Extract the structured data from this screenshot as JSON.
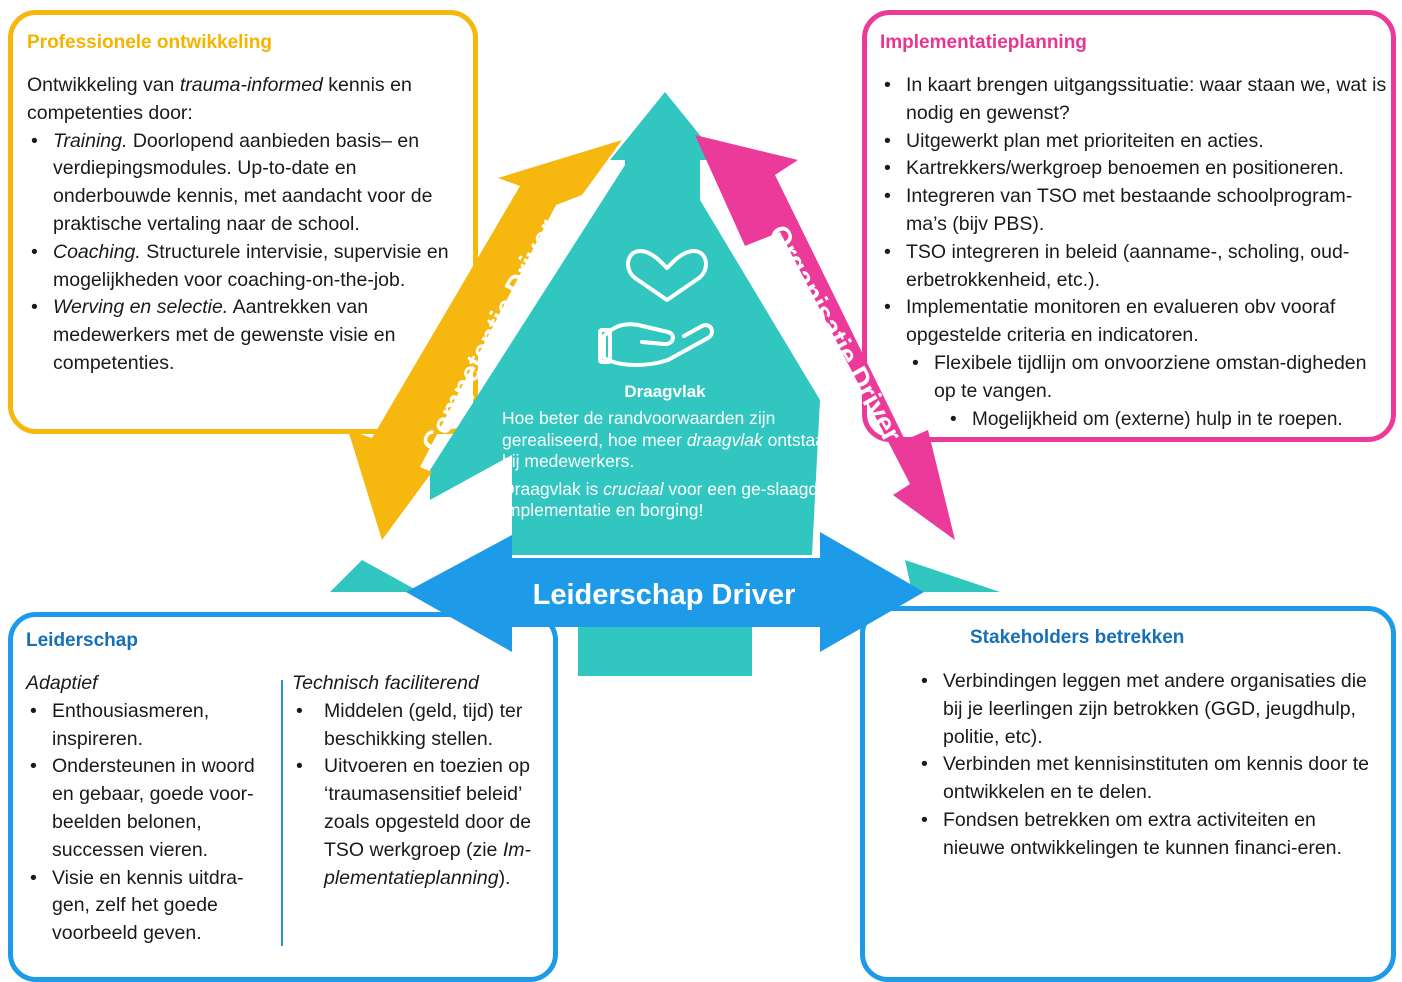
{
  "colors": {
    "yellow": "#F6B70E",
    "pink": "#EC3A9B",
    "blue": "#1E9BE8",
    "teal": "#32C6C0",
    "yellow_title": "#F4B400",
    "pink_title": "#E8368F",
    "blue_title": "#1670B8"
  },
  "icons": [
    "heart-in-hand-icon"
  ],
  "drivers": {
    "competentie": "Competentie Driver",
    "organisatie": "Organisatie Driver",
    "leiderschap": "Leiderschap Driver"
  },
  "center": {
    "title": "Draagvlak",
    "p1": {
      "a": "Hoe beter de randvoorwaarden zijn gerealiseerd, hoe meer ",
      "em": "draagvlak",
      "b": " ontstaat bij medewerkers."
    },
    "p2": {
      "a": "Draagvlak is ",
      "em": "cruciaal",
      "b": " voor een ge-slaagde implementatie en borging!"
    }
  },
  "professioneel": {
    "title": "Professionele ontwikkeling",
    "intro_a": "Ontwikkeling van ",
    "intro_em": "trauma-informed",
    "intro_b": " kennis en competenties door:",
    "items": [
      {
        "em": "Training.",
        "text": " Doorlopend aanbieden basis– en verdiepingsmodules. Up-to-date en onderbouwde kennis, met aandacht voor de praktische vertaling naar de school."
      },
      {
        "em": "Coaching.",
        "text": " Structurele intervisie, supervisie en mogelijkheden voor coaching-on-the-job."
      },
      {
        "em": "Werving en selectie.",
        "text": " Aantrekken van medewerkers met de gewenste visie en competenties."
      }
    ]
  },
  "implementatie": {
    "title": "Implementatieplanning",
    "items": [
      "In kaart brengen uitgangssituatie: waar staan we, wat is nodig en gewenst?",
      "Uitgewerkt plan met prioriteiten en acties.",
      "Kartrekkers/werkgroep benoemen en positioneren.",
      "Integreren van TSO met bestaande schoolprogram-ma’s (bijv PBS).",
      "TSO integreren in beleid (aanname-, scholing, oud-erbetrokkenheid, etc.).",
      "Implementatie monitoren en evalueren obv vooraf opgestelde criteria en indicatoren."
    ],
    "sub_item": "Flexibele tijdlijn om onvoorziene omstan-digheden op te vangen.",
    "sub_sub_item": "Mogelijkheid om (externe) hulp in te roepen."
  },
  "leiderschap": {
    "title": "Leiderschap",
    "adaptief": {
      "heading": "Adaptief",
      "items": [
        "Enthousiasmeren, inspireren.",
        "Ondersteunen in woord en gebaar, goede voor-beelden belonen, successen vieren.",
        "Visie en kennis uitdra-gen, zelf het goede voorbeeld geven."
      ]
    },
    "technisch": {
      "heading": "Technisch faciliterend",
      "item1": "Middelen (geld, tijd) ter beschikking stellen.",
      "item2_a": "Uitvoeren en toezien op ‘traumasensitief beleid’ zoals opgesteld door de TSO werkgroep (zie ",
      "item2_em": "Im-plementatieplanning",
      "item2_b": ")."
    }
  },
  "stakeholders": {
    "title": "Stakeholders betrekken",
    "items": [
      "Verbindingen leggen met andere organisaties die bij je leerlingen zijn betrokken (GGD, jeugdhulp, politie, etc).",
      "Verbinden met kennisinstituten om kennis door te ontwikkelen en te delen.",
      "Fondsen betrekken om extra activiteiten en nieuwe ontwikkelingen te kunnen financi-eren."
    ]
  }
}
